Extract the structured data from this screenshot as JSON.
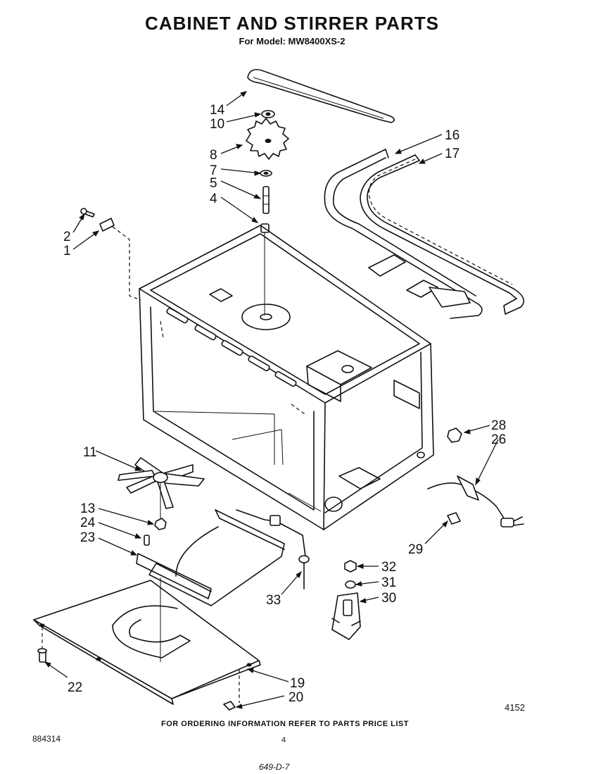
{
  "header": {
    "title": "CABINET AND STIRRER PARTS",
    "subtitle": "For Model: MW8400XS-2"
  },
  "callouts": [
    "14",
    "10",
    "8",
    "7",
    "5",
    "4",
    "2",
    "1",
    "16",
    "17",
    "11",
    "13",
    "24",
    "23",
    "22",
    "19",
    "20",
    "28",
    "26",
    "29",
    "32",
    "31",
    "30",
    "33"
  ],
  "footer": {
    "ordering_note": "FOR ORDERING INFORMATION REFER TO PARTS PRICE LIST",
    "doc_code": "884314",
    "page_number": "4",
    "figure_ref": "4152",
    "handwritten_code": "649-D-7"
  }
}
